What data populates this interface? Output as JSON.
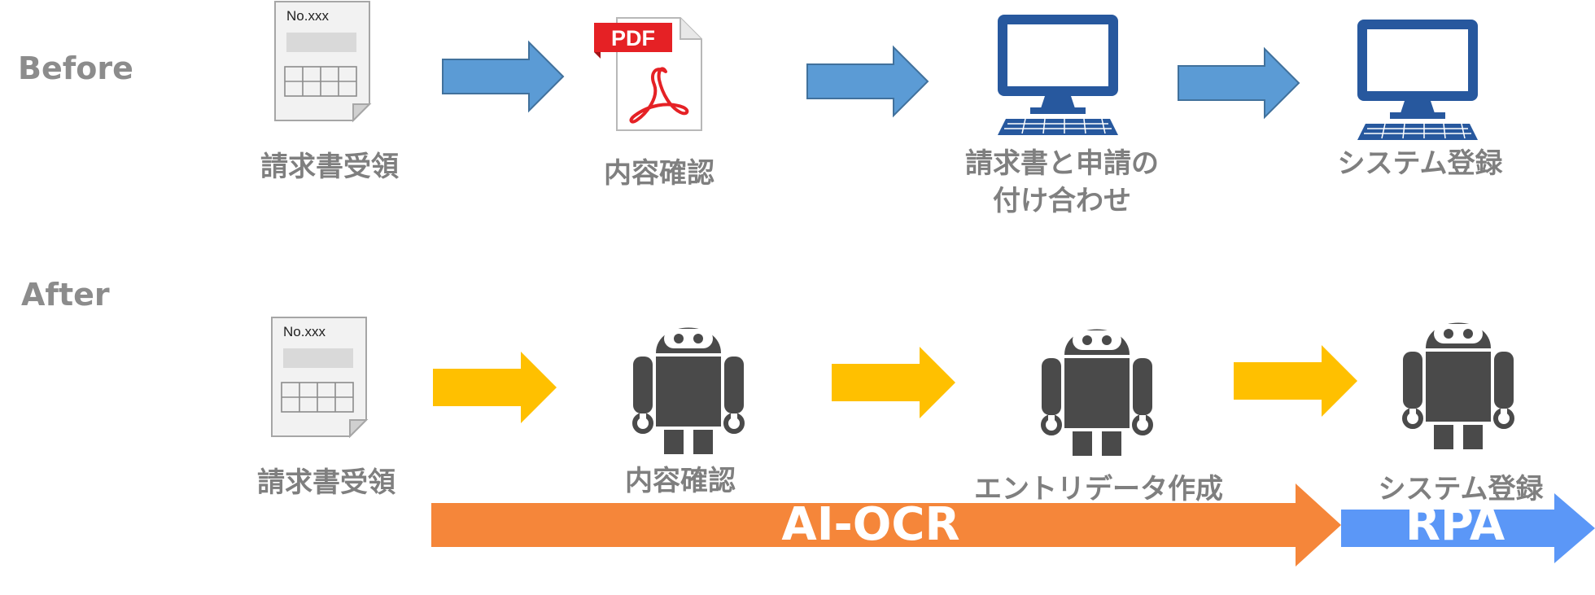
{
  "before": {
    "label": "Before",
    "steps": [
      {
        "label": "請求書受領",
        "icon": "invoice-document-icon"
      },
      {
        "label": "内容確認",
        "icon": "pdf-file-icon"
      },
      {
        "label": "請求書と申請の\n付け合わせ",
        "icon": "computer-icon"
      },
      {
        "label": "システム登録",
        "icon": "computer-icon"
      }
    ],
    "arrow_color": "#5b9bd5"
  },
  "after": {
    "label": "After",
    "steps": [
      {
        "label": "請求書受領",
        "icon": "invoice-document-icon"
      },
      {
        "label": "内容確認",
        "icon": "robot-icon"
      },
      {
        "label": "エントリデータ作成",
        "icon": "robot-icon"
      },
      {
        "label": "システム登録",
        "icon": "robot-icon"
      }
    ],
    "arrow_color": "#ffc000"
  },
  "document": {
    "number": "No.xxx"
  },
  "pdf": {
    "badge": "PDF"
  },
  "banners": {
    "ai_ocr": {
      "label": "AI-OCR",
      "color": "#f5863a"
    },
    "rpa": {
      "label": "RPA",
      "color": "#5b97f7"
    }
  },
  "colors": {
    "label_gray": "#7f7f7f",
    "computer_blue": "#27589e",
    "robot_dark": "#4a4a4a",
    "pdf_red": "#e52125"
  }
}
